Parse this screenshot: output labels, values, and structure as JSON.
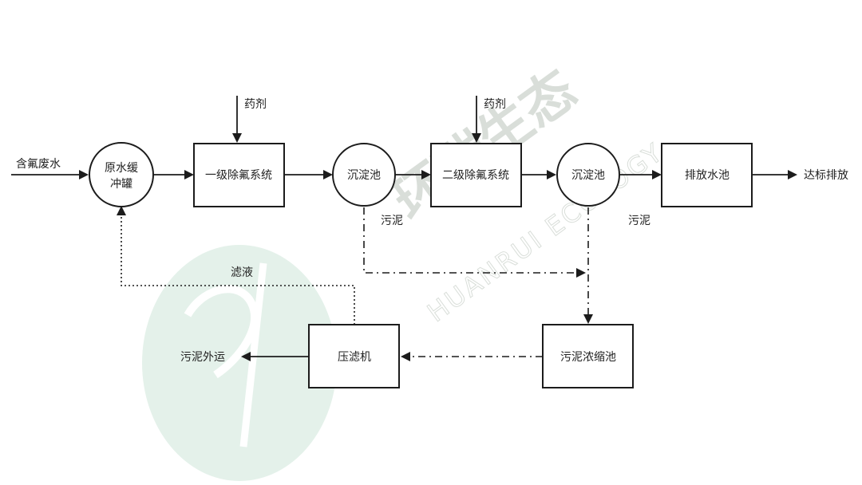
{
  "diagram": {
    "input_label": "含氟废水",
    "output_label": "达标排放",
    "nodes": {
      "buffer_tank": {
        "line1": "原水缓",
        "line2": "冲罐"
      },
      "stage1": "一级除氟系统",
      "settling1": "沉淀池",
      "stage2": "二级除氟系统",
      "settling2": "沉淀池",
      "discharge_pool": "排放水池",
      "sludge_thickener": "污泥浓缩池",
      "filter_press": "压滤机"
    },
    "annotations": {
      "reagent1": "药剂",
      "reagent2": "药剂",
      "sludge1": "污泥",
      "sludge2": "污泥",
      "filtrate": "滤液",
      "sludge_out": "污泥外运"
    },
    "watermark": {
      "brand": "环瑞生态",
      "sub": "HUANRUI ECOLOGY"
    },
    "colors": {
      "line": "#1c1c1c",
      "watermark_text": "#d9ded9",
      "watermark_logo": "#e4f1ea"
    }
  }
}
